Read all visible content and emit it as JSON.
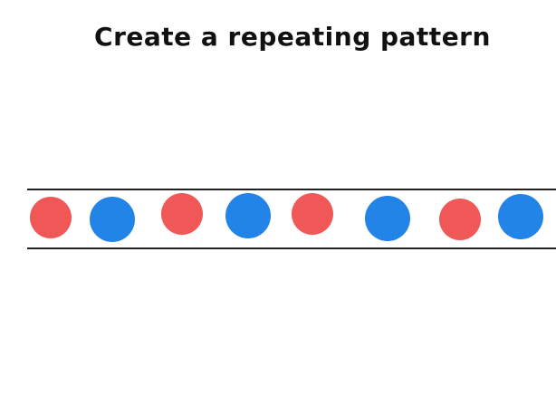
{
  "header": {
    "title": "Create a repeating pattern"
  },
  "pattern": {
    "colors": {
      "red": "#f05858",
      "blue": "#2284e6"
    },
    "beads": [
      {
        "color": "red"
      },
      {
        "color": "blue"
      },
      {
        "color": "red"
      },
      {
        "color": "blue"
      },
      {
        "color": "red"
      },
      {
        "color": "blue"
      },
      {
        "color": "red"
      },
      {
        "color": "blue"
      }
    ]
  }
}
